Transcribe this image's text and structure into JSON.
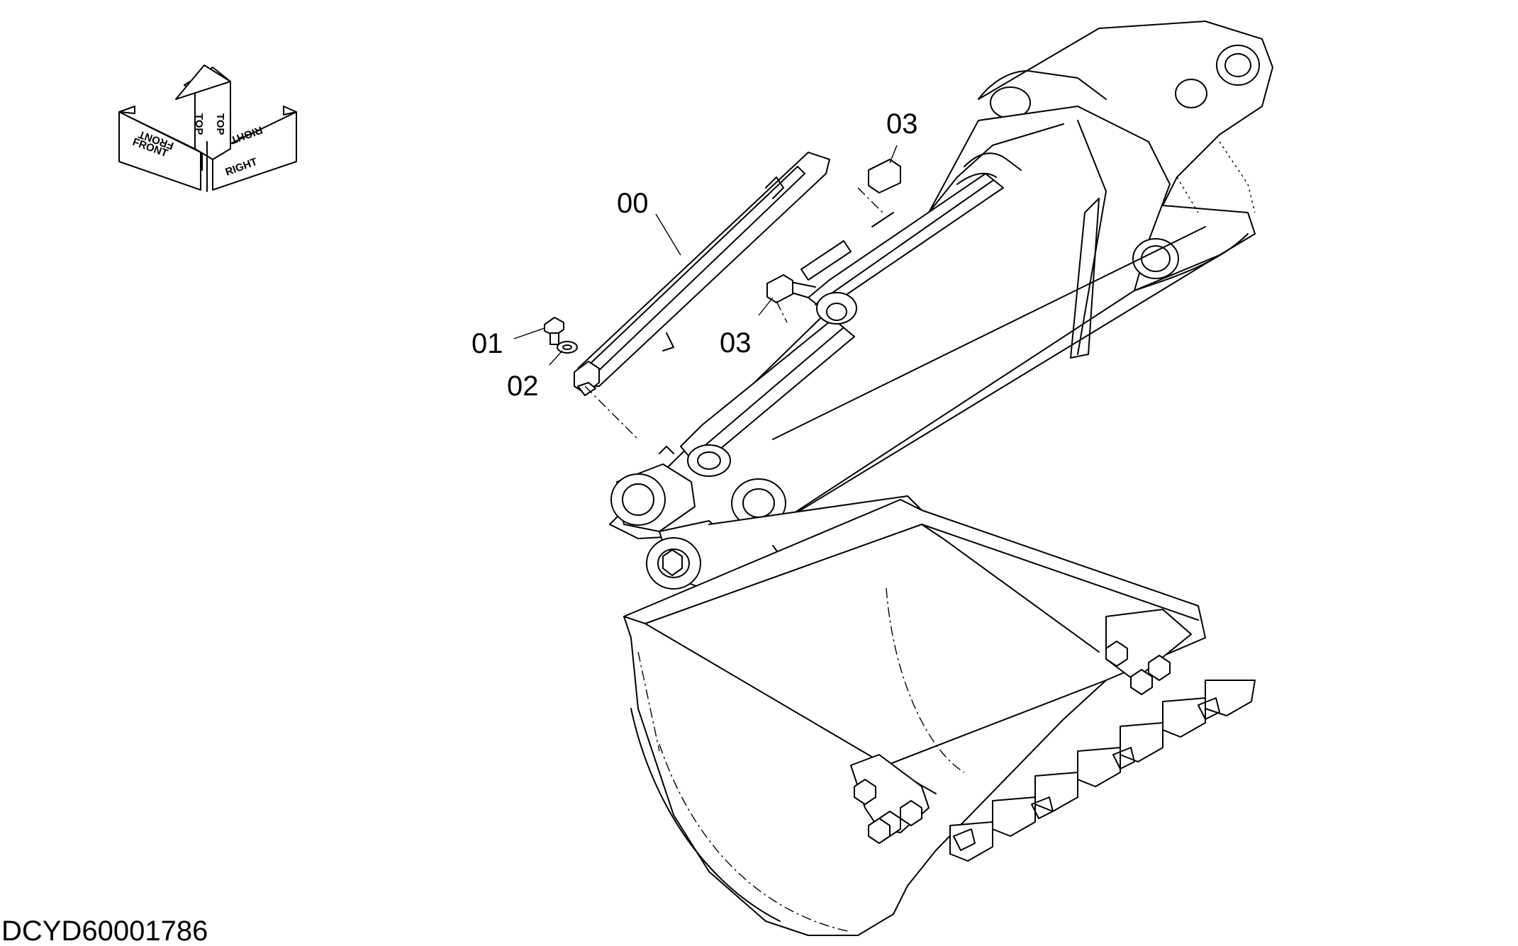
{
  "orientation_symbol": {
    "labels": [
      "FRONT",
      "TOP",
      "RIGHT"
    ]
  },
  "callouts": [
    {
      "id": "00",
      "text": "00"
    },
    {
      "id": "01",
      "text": "01"
    },
    {
      "id": "02",
      "text": "02"
    },
    {
      "id": "03a",
      "text": "03"
    },
    {
      "id": "03b",
      "text": "03"
    }
  ],
  "drawing_id": "DCYD60001786"
}
